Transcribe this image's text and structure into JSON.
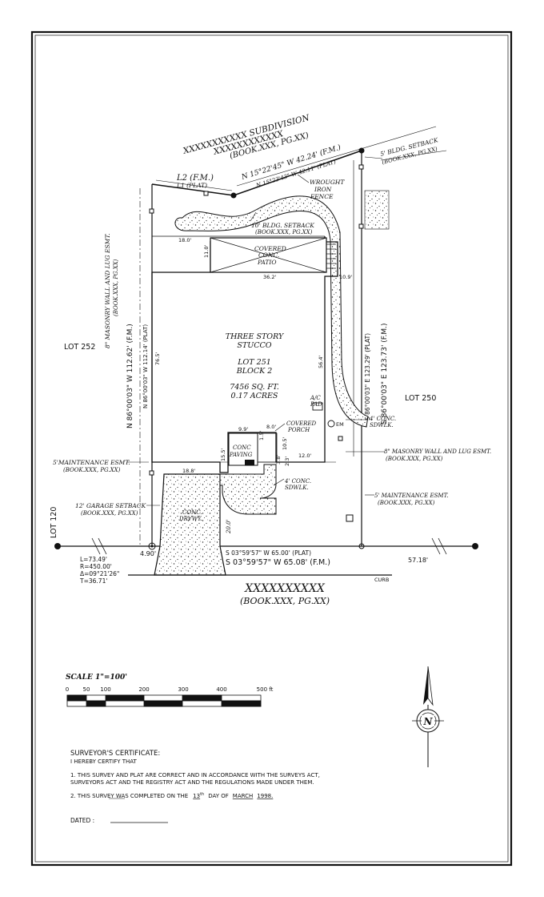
{
  "header": {
    "subdivision": "XXXXXXXXXXX SUBDIVISION",
    "subdivision_sub": "XXXXXXXXXXXX",
    "subdivision_ref": "(BOOK.XXX, PG.XX)"
  },
  "labels": {
    "l2_fm": "L2 (F.M.)",
    "l1_plat": "L1 (PLAT)",
    "top_bearing_fm": "N 15°22'45\" W  42.24' (F.M.)",
    "top_bearing_plat": "N 15°23'43\" W  42.11' (PLAT)",
    "wrought_iron": "WROUGHT",
    "wrought_iron2": "IRON",
    "wrought_iron3": "FENCE",
    "bldg_setback_5": "5' BLDG. SETBACK",
    "bldg_setback_5_ref": "(BOOK.XXX, PG.XX)",
    "bldg_setback_10": "10' BLDG. SETBACK",
    "bldg_setback_10_ref": "(BOOK.XXX, PG.XX)",
    "dim_18": "18.0'",
    "dim_11": "11.0'",
    "patio1": "COVERED",
    "patio2": "CONC.",
    "patio3": "PATIO",
    "dim_36": "36.2'",
    "dim_10_9": "10.9'",
    "masonry_left1": "8\" MASONRY WALL AND LUG ESMT.",
    "masonry_left2": "(BOOK.XXX, PG.XX)",
    "lot_252": "LOT 252",
    "west_bearing_fm": "N 86°00'03\" W  112.62' (F.M.)",
    "west_bearing_plat": "N 86°00'03\" W  112.14' (PLAT)",
    "dim_76": "76.5'",
    "house1": "THREE STORY",
    "house2": "STUCCO",
    "lot1": "LOT 251",
    "lot2": "BLOCK 2",
    "area1": "7456 SQ. FT.",
    "area2": "0.17 ACRES",
    "dim_56": "56.4'",
    "east_bearing_plat": "S 86°00'03\" E  123.29' (PLAT)",
    "east_bearing_fm": "S 86°00'03\" E  123.73' (F.M.)",
    "lot_250": "LOT 250",
    "ac1": "A/C",
    "ac2": "PAD",
    "em": "EM",
    "sdwlk1": "4' CONC.",
    "sdwlk2": "SDWLK.",
    "porch1": "COVERED",
    "porch2": "PORCH",
    "dim_8": "8.0'",
    "dim_9_9": "9.9'",
    "dim_1_5": "1.5'",
    "dim_10_5": "10.5'",
    "paving1": "CONC",
    "paving2": "PAVING",
    "dim_15_5": "15.5'",
    "dim_3_8": "3.8'",
    "dim_2_3": "2.3'",
    "dim_12": "12.0'",
    "masonry_right1": "8\" MASONRY WALL AND LUG ESMT.",
    "masonry_right2": "(BOOK.XXX, PG.XX)",
    "maint_left1": "5'MAINTENANCE ESMT.",
    "maint_left2": "(BOOK.XXX, PG.XX)",
    "dim_18_8": "18.8'",
    "sdwlk3": "4' CONC.",
    "sdwlk4": "SDWLK.",
    "garage1": "12' GARAGE SETBACK",
    "garage2": "(BOOK.XXX, PG.XX)",
    "maint_right1": "5' MAINTENANCE ESMT.",
    "maint_right2": "(BOOK.XXX, PG.XX)",
    "drwy1": "CONC.",
    "drwy2": "DRVWY.",
    "dim_20": "20.0'",
    "lot_120": "LOT 120",
    "dim_4_90": "4.90'",
    "dim_57_18": "57.18'",
    "curve_l": "L=73.49'",
    "curve_r": "R=450.00'",
    "curve_d": "Δ=09°21'26\"",
    "curve_t": "T=36.71'",
    "south_bearing_plat": "S 03°59'57\" W  65.00' (PLAT)",
    "south_bearing_fm": "S 03°59'57\" W  65.08' (F.M.)",
    "curb": "CURB",
    "street": "XXXXXXXXXX",
    "street_ref": "(BOOK.XXX, PG.XX)"
  },
  "scale": {
    "title": "SCALE 1\"=100'",
    "ticks": [
      "0",
      "50",
      "100",
      "200",
      "300",
      "400",
      "500 ft"
    ]
  },
  "north": {
    "letter": "N"
  },
  "certificate": {
    "title": "SURVEYOR'S CERTIFICATE:",
    "intro": "I HEREBY CERTIFY THAT",
    "item1a": "1.   THIS SURVEY AND PLAT ARE CORRECT AND IN ACCORDANCE WITH THE SURVEYS ACT,",
    "item1b": "SURVEYORS ACT AND THE REGISTRY ACT AND THE REGULATIONS MADE UNDER THEM.",
    "item2_pre": "2.   THIS SURVEY WAS COMPLETED ON THE",
    "item2_day": "13",
    "item2_sup": "th",
    "item2_mid": "DAY OF",
    "item2_month": "MARCH",
    "item2_year": "1998.",
    "dated": "DATED    :"
  }
}
